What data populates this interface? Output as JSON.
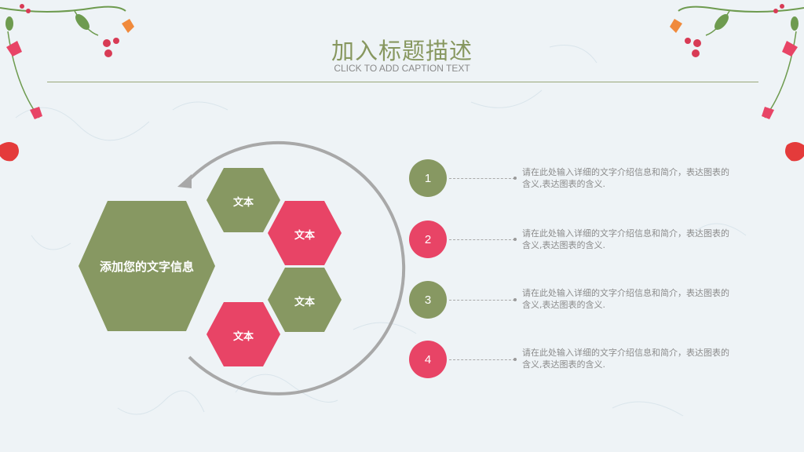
{
  "header": {
    "title": "加入标题描述",
    "subtitle": "CLICK TO ADD CAPTION TEXT"
  },
  "diagram": {
    "main_label": "添加您的文字信息",
    "hexes": [
      {
        "label": "文本",
        "color": "#879862"
      },
      {
        "label": "文本",
        "color": "#e84466"
      },
      {
        "label": "文本",
        "color": "#879862"
      },
      {
        "label": "文本",
        "color": "#e84466"
      }
    ]
  },
  "items": [
    {
      "number": "1",
      "color": "#879862",
      "text": "请在此处输入详细的文字介绍信息和简介，表达图表的含义,表达图表的含义."
    },
    {
      "number": "2",
      "color": "#e84466",
      "text": "请在此处输入详细的文字介绍信息和简介，表达图表的含义,表达图表的含义."
    },
    {
      "number": "3",
      "color": "#879862",
      "text": "请在此处输入详细的文字介绍信息和简介，表达图表的含义,表达图表的含义."
    },
    {
      "number": "4",
      "color": "#e84466",
      "text": "请在此处输入详细的文字介绍信息和简介，表达图表的含义,表达图表的含义."
    }
  ],
  "colors": {
    "green": "#879862",
    "pink": "#e84466",
    "background": "#eef3f6"
  }
}
